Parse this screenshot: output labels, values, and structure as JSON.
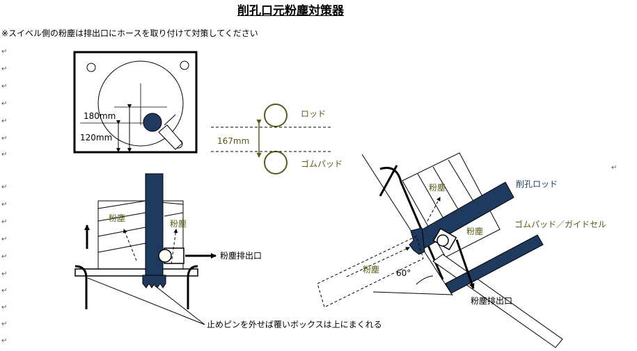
{
  "document": {
    "title": "削孔口元粉塵対策器",
    "note": "※スイベル側の粉塵は排出口にホースを取り付けて対策してください",
    "para_mark": "↵"
  },
  "top_diagram": {
    "dim_180": "180mm",
    "dim_120": "120mm"
  },
  "rod_diagram": {
    "label_rod": "ロッド",
    "label_pad": "ゴムパッド",
    "dim_167": "167mm"
  },
  "front_diagram": {
    "label_dust_left": "粉塵",
    "label_dust_right": "粉塵",
    "label_outlet": "粉塵排出口"
  },
  "angled_diagram": {
    "label_rod": "削孔ロッド",
    "label_pad": "ゴムパッド／ガイドセル",
    "label_dust_top": "粉塵",
    "label_dust_mid": "粉塵",
    "label_dust_bottom": "粉塵",
    "angle": "60°",
    "label_outlet": "粉塵排出口"
  },
  "bottom_note": "止めピンを外せば覆いボックスは上にまくれる",
  "colors": {
    "navy": "#1f3a5f",
    "olive": "#5a5a18",
    "line": "#000000"
  }
}
